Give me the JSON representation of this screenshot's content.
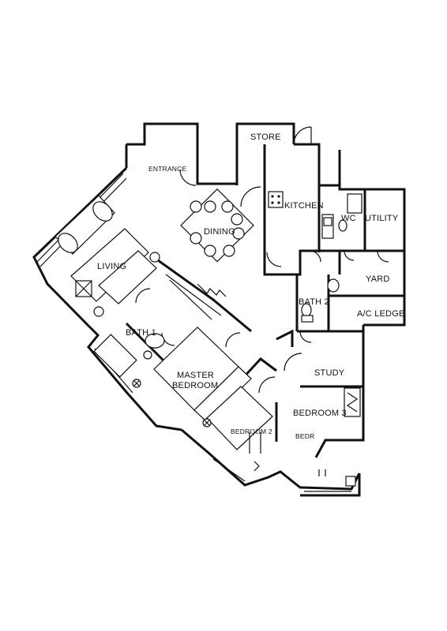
{
  "rooms": {
    "entrance": "ENTRANCE",
    "store": "STORE",
    "kitchen": "KITCHEN",
    "wc": "WC",
    "utility": "UTILITY",
    "dining": "DINING",
    "living": "LIVING",
    "yard": "YARD",
    "bath2": "BATH 2",
    "ac_ledge": "A/C LEDGE",
    "bath1": "BATH 1",
    "master_bedroom_line1": "MASTER",
    "master_bedroom_line2": "BEDROOM",
    "study": "STUDY",
    "bedroom3": "BEDROOM 3",
    "bedroom2": "BEDROOM 2",
    "bedr": "BEDR"
  }
}
